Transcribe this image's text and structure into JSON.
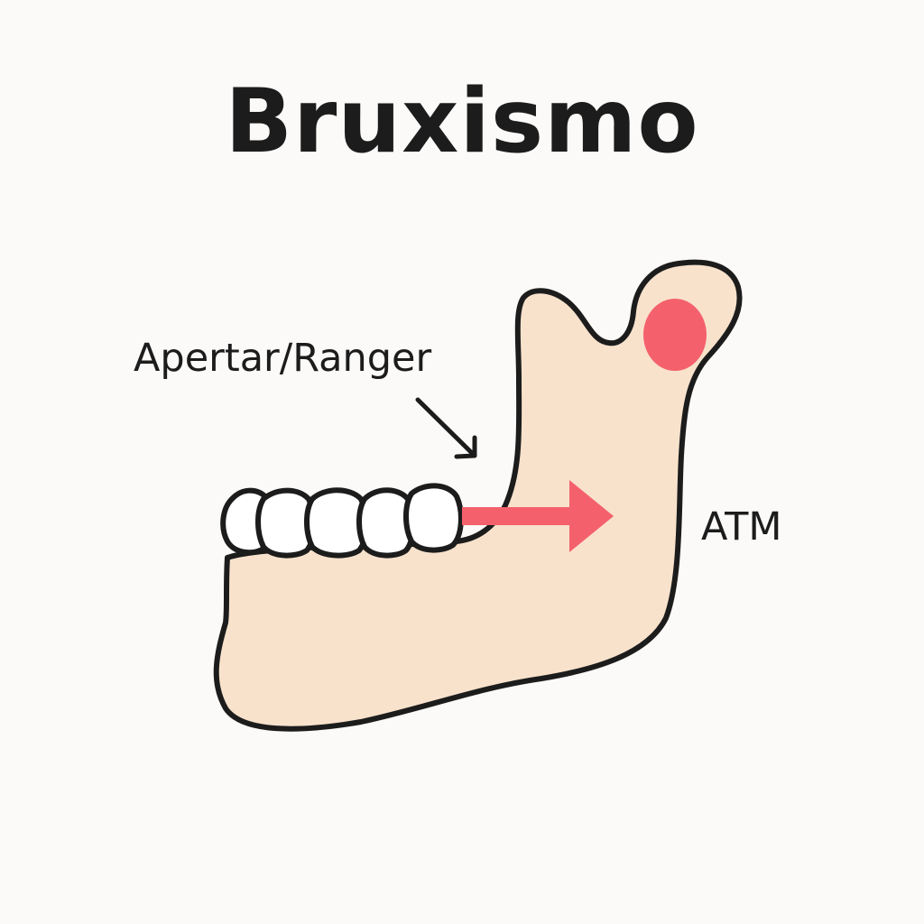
{
  "title": "Bruxismo",
  "labels": {
    "clench": "Apertar/Ranger",
    "tmj": "ATM"
  },
  "colors": {
    "background": "#fbfaf8",
    "jaw_fill": "#f8e2cc",
    "outline": "#1c1c1c",
    "teeth_fill": "#ffffff",
    "accent": "#f4616d"
  },
  "icons": {
    "pointer": "arrow-down-right-icon",
    "force": "arrow-right-icon",
    "joint": "inflamed-joint-spot"
  }
}
